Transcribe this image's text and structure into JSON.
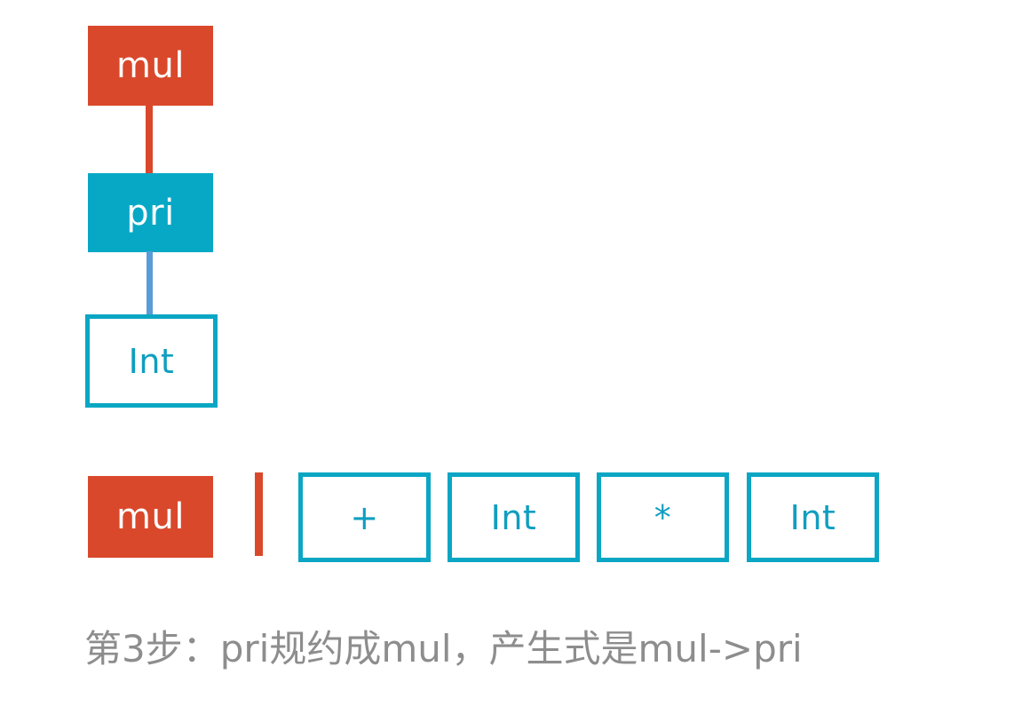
{
  "diagram": {
    "title_caption": "第3步：pri规约成mul，产生式是mul->pri",
    "colors": {
      "orange": "#d9482b",
      "teal_fill": "#07a8c6",
      "teal_outline": "#0aa6c4",
      "teal_text": "#0f9ec0",
      "blue_edge": "#5a9bd8",
      "caption_gray": "#8d8d8d",
      "background": "#ffffff"
    },
    "tree": {
      "nodes": [
        {
          "id": "mul",
          "label": "mul",
          "style": "filled-orange"
        },
        {
          "id": "pri",
          "label": "pri",
          "style": "filled-teal"
        },
        {
          "id": "int",
          "label": "Int",
          "style": "outline-teal"
        }
      ],
      "edges": [
        {
          "from": "mul",
          "to": "pri",
          "color": "#d9482b"
        },
        {
          "from": "pri",
          "to": "int",
          "color": "#5a9bd8"
        }
      ]
    },
    "stack": {
      "items": [
        {
          "label": "mul",
          "style": "filled-orange"
        }
      ],
      "separator": "|"
    },
    "input": {
      "items": [
        {
          "label": "+",
          "style": "outline-teal"
        },
        {
          "label": "Int",
          "style": "outline-teal"
        },
        {
          "label": "*",
          "style": "outline-teal"
        },
        {
          "label": "Int",
          "style": "outline-teal"
        }
      ]
    }
  }
}
